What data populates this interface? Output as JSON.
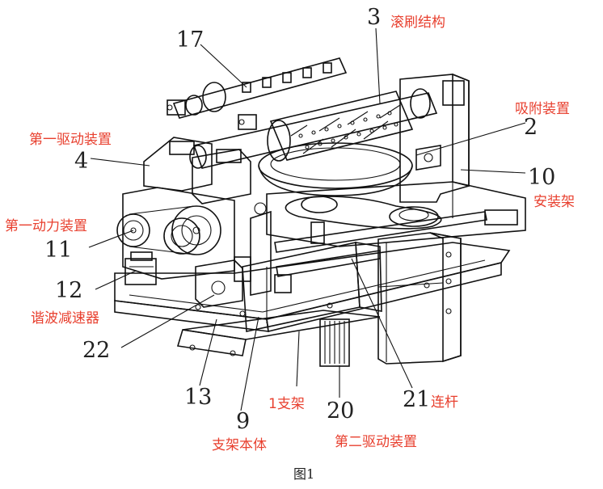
{
  "figure_caption": "图1",
  "callouts": [
    {
      "id": "n17",
      "number": "17",
      "label": ""
    },
    {
      "id": "n3",
      "number": "3",
      "label": "滚刷结构"
    },
    {
      "id": "n2",
      "number": "2",
      "label": "吸附装置"
    },
    {
      "id": "n4",
      "number": "4",
      "label": "第一驱动装置"
    },
    {
      "id": "n10",
      "number": "10",
      "label": "安装架"
    },
    {
      "id": "n11",
      "number": "11",
      "label": "第一动力装置"
    },
    {
      "id": "n12",
      "number": "12",
      "label": "谐波减速器"
    },
    {
      "id": "n22",
      "number": "22",
      "label": ""
    },
    {
      "id": "n13",
      "number": "13",
      "label": ""
    },
    {
      "id": "n9",
      "number": "9",
      "label": "支架本体"
    },
    {
      "id": "n1",
      "number": "",
      "label": "1支架"
    },
    {
      "id": "n20",
      "number": "20",
      "label": "第二驱动装置"
    },
    {
      "id": "n21",
      "number": "21",
      "label": "连杆"
    }
  ],
  "colors": {
    "label": "#e8402f",
    "number": "#222222",
    "line": "#111111"
  }
}
